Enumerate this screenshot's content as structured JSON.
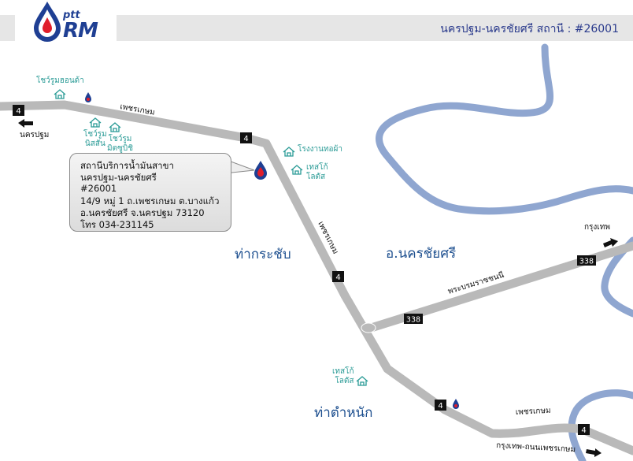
{
  "header": {
    "title": "นครปฐม-นครชัยศรี สถานี : #26001",
    "logo_top": "ptt",
    "logo_main": "RM"
  },
  "station": {
    "line1": "สถานีบริการน้ำมันสาขา",
    "line2": "นครปฐม-นครชัยศรี",
    "line3": "#26001",
    "line4": "14/9 หมู่ 1  ถ.เพชรเกษม ต.บางแก้ว",
    "line5": "อ.นครชัยศรี จ.นครปฐม 73120",
    "line6": "โทร 034-231145"
  },
  "roads": {
    "phetkasem_1": "เพชรเกษม",
    "phetkasem_2": "เพชรเกษม",
    "phetkasem_3": "เพชรเกษม",
    "phetkasem_thonburi": "กรุงเทพ-ถนนเพชรเกษม",
    "borommaratchachonnani": "พระบรมราชชนนี"
  },
  "shields": {
    "route4": "4",
    "route338": "338"
  },
  "directions": {
    "nakhon_pathom": "นครปฐม",
    "bangkok": "กรุงเทพ"
  },
  "areas": {
    "tha_krasap": "ท่ากระชับ",
    "nakhon_chai_si": "อ.นครชัยศรี",
    "tha_tam_nak": "ท่าตำหนัก"
  },
  "places": {
    "showroom_honda": "โชว์รูมฮอนด้า",
    "showroom_nissan_1": "โชว์รูม",
    "showroom_nissan_2": "นิสสัน",
    "showroom_mitsu_1": "โชว์รูม",
    "showroom_mitsu_2": "มิตซูบิชิ",
    "weaving_factory": "โรงงานทอผ้า",
    "tesco_1_a": "เทสโก้",
    "tesco_1_b": "โลตัส",
    "tesco_2_a": "เทสโก้",
    "tesco_2_b": "โลตัส"
  },
  "colors": {
    "road": "#b9b9b9",
    "river": "#8fa6d0",
    "teal": "#2a9b96",
    "brand_blue": "#1f3f93",
    "brand_red": "#e01e2b"
  }
}
